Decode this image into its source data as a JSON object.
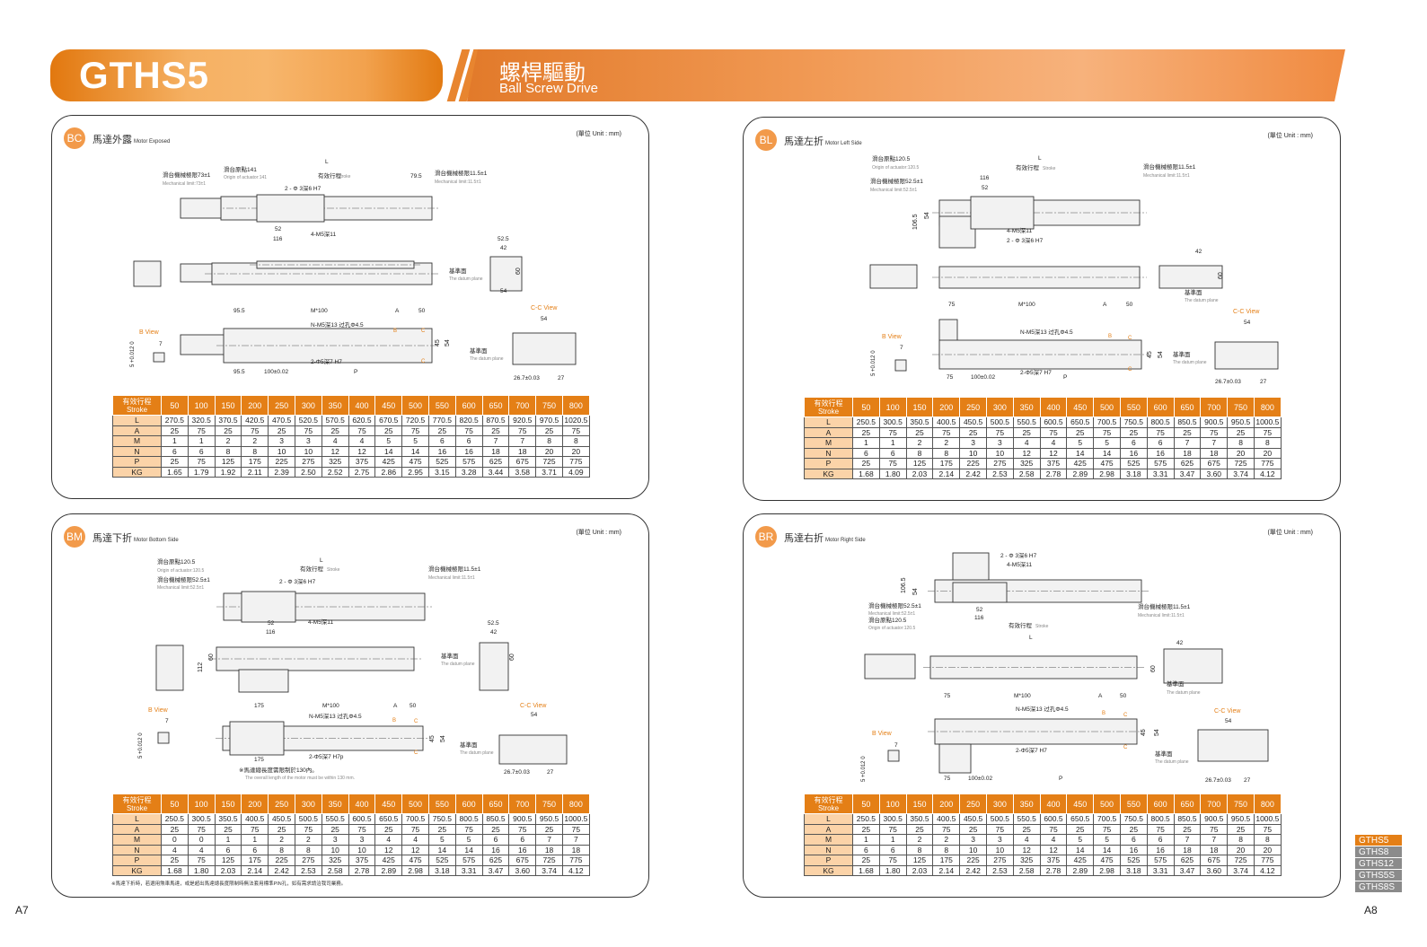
{
  "header": {
    "model": "GTHS5",
    "title_cn": "螺桿驅動",
    "title_en": "Ball Screw Drive"
  },
  "pages": {
    "left": "A7",
    "right": "A8"
  },
  "series": [
    "GTHS5",
    "GTHS8",
    "GTHS12",
    "GTHS5S",
    "GTHS8S"
  ],
  "colors": {
    "accent": "#e47f16",
    "badge": "#f29a4a",
    "row_label": "#fbd3a8"
  },
  "panels": [
    {
      "badge": "BC",
      "title_cn": "馬達外露",
      "title_en": "Motor Exposed",
      "unit": "(單位 Unit : mm)",
      "labels": {
        "L": "L",
        "origin_cn": "滑台原點141",
        "origin_en": "Origin of actuator:141",
        "stroke_cn": "有效行程",
        "stroke_en": "Stroke",
        "d795": "79.5",
        "mechL_cn": "滑台機械極限73±1",
        "mechL_en": "Mechanical limit:73±1",
        "mechR_cn": "滑台機械極限11.5±1",
        "mechR_en": "Mechanical limit:11.5±1",
        "pin": "2 - Φ 3深6  H7",
        "d52": "52",
        "d116": "116",
        "m5": "4-M5深11",
        "d525": "52.5",
        "d42": "42",
        "d60": "60",
        "d54a": "54",
        "datum_cn": "基準面",
        "datum_en": "The datum plane",
        "left1": "95.5",
        "m100": "M*100",
        "A": "A",
        "d50": "50",
        "nm5": "N-M5深13 过孔Φ4.5",
        "B": "B",
        "C1": "C",
        "C2": "C",
        "d45": "45",
        "d54b": "54",
        "pin5": "2-Φ5深7  H7",
        "left2": "95.5",
        "d100": "100±0.02",
        "P": "P",
        "bview": "B View",
        "d7": "7",
        "tol": "5 +0.012 0",
        "ccview": "C-C View",
        "d54c": "54",
        "datum2_cn": "基準面",
        "datum2_en": "The datum plane",
        "d267": "26.7±0.03",
        "d27": "27"
      },
      "table": {
        "head_cn": "有效行程",
        "head_en": "Stroke",
        "strokes": [
          "50",
          "100",
          "150",
          "200",
          "250",
          "300",
          "350",
          "400",
          "450",
          "500",
          "550",
          "600",
          "650",
          "700",
          "750",
          "800"
        ],
        "rows": [
          {
            "label": "L",
            "values": [
              "270.5",
              "320.5",
              "370.5",
              "420.5",
              "470.5",
              "520.5",
              "570.5",
              "620.5",
              "670.5",
              "720.5",
              "770.5",
              "820.5",
              "870.5",
              "920.5",
              "970.5",
              "1020.5"
            ]
          },
          {
            "label": "A",
            "values": [
              "25",
              "75",
              "25",
              "75",
              "25",
              "75",
              "25",
              "75",
              "25",
              "75",
              "25",
              "75",
              "25",
              "75",
              "25",
              "75"
            ]
          },
          {
            "label": "M",
            "values": [
              "1",
              "1",
              "2",
              "2",
              "3",
              "3",
              "4",
              "4",
              "5",
              "5",
              "6",
              "6",
              "7",
              "7",
              "8",
              "8"
            ]
          },
          {
            "label": "N",
            "values": [
              "6",
              "6",
              "8",
              "8",
              "10",
              "10",
              "12",
              "12",
              "14",
              "14",
              "16",
              "16",
              "18",
              "18",
              "20",
              "20"
            ]
          },
          {
            "label": "P",
            "values": [
              "25",
              "75",
              "125",
              "175",
              "225",
              "275",
              "325",
              "375",
              "425",
              "475",
              "525",
              "575",
              "625",
              "675",
              "725",
              "775"
            ]
          },
          {
            "label": "KG",
            "values": [
              "1.65",
              "1.79",
              "1.92",
              "2.11",
              "2.39",
              "2.50",
              "2.52",
              "2.75",
              "2.86",
              "2.95",
              "3.15",
              "3.28",
              "3.44",
              "3.58",
              "3.71",
              "4.09"
            ]
          }
        ]
      }
    },
    {
      "badge": "BL",
      "title_cn": "馬達左折",
      "title_en": "Motor Left Side",
      "unit": "(單位 Unit : mm)",
      "labels": {
        "L": "L",
        "origin_cn": "滑台原點120.5",
        "origin_en": "Origin of actuator:120.5",
        "stroke_cn": "有效行程",
        "stroke_en": "Stroke",
        "mechL_cn": "滑台機械極限52.5±1",
        "mechL_en": "Mechanical limit:52.5±1",
        "mechR_cn": "滑台機械極限11.5±1",
        "mechR_en": "Mechanical limit:11.5±1",
        "pin": "2 - Φ 3深6  H7",
        "d52": "52",
        "d116": "116",
        "h1065": "106.5",
        "h54": "54",
        "m5": "4-M5深11",
        "d42": "42",
        "d60": "60",
        "datum_cn": "基準面",
        "datum_en": "The datum plane",
        "left1": "75",
        "m100": "M*100",
        "A": "A",
        "d50": "50",
        "nm5": "N-M5深13 过孔Φ4.5",
        "B": "B",
        "C1": "C",
        "C2": "C",
        "d45": "45",
        "d54b": "54",
        "pin5": "2-Φ5深7  H7",
        "left2": "75",
        "d100": "100±0.02",
        "P": "P",
        "bview": "B View",
        "d7": "7",
        "tol": "5 +0.012 0",
        "ccview": "C-C View",
        "d54c": "54",
        "datum2_cn": "基準面",
        "datum2_en": "The datum plane",
        "d267": "26.7±0.03",
        "d27": "27"
      },
      "table": {
        "head_cn": "有效行程",
        "head_en": "Stroke",
        "strokes": [
          "50",
          "100",
          "150",
          "200",
          "250",
          "300",
          "350",
          "400",
          "450",
          "500",
          "550",
          "600",
          "650",
          "700",
          "750",
          "800"
        ],
        "rows": [
          {
            "label": "L",
            "values": [
              "250.5",
              "300.5",
              "350.5",
              "400.5",
              "450.5",
              "500.5",
              "550.5",
              "600.5",
              "650.5",
              "700.5",
              "750.5",
              "800.5",
              "850.5",
              "900.5",
              "950.5",
              "1000.5"
            ]
          },
          {
            "label": "A",
            "values": [
              "25",
              "75",
              "25",
              "75",
              "25",
              "75",
              "25",
              "75",
              "25",
              "75",
              "25",
              "75",
              "25",
              "75",
              "25",
              "75"
            ]
          },
          {
            "label": "M",
            "values": [
              "1",
              "1",
              "2",
              "2",
              "3",
              "3",
              "4",
              "4",
              "5",
              "5",
              "6",
              "6",
              "7",
              "7",
              "8",
              "8"
            ]
          },
          {
            "label": "N",
            "values": [
              "6",
              "6",
              "8",
              "8",
              "10",
              "10",
              "12",
              "12",
              "14",
              "14",
              "16",
              "16",
              "18",
              "18",
              "20",
              "20"
            ]
          },
          {
            "label": "P",
            "values": [
              "25",
              "75",
              "125",
              "175",
              "225",
              "275",
              "325",
              "375",
              "425",
              "475",
              "525",
              "575",
              "625",
              "675",
              "725",
              "775"
            ]
          },
          {
            "label": "KG",
            "values": [
              "1.68",
              "1.80",
              "2.03",
              "2.14",
              "2.42",
              "2.53",
              "2.58",
              "2.78",
              "2.89",
              "2.98",
              "3.18",
              "3.31",
              "3.47",
              "3.60",
              "3.74",
              "4.12"
            ]
          }
        ]
      }
    },
    {
      "badge": "BM",
      "title_cn": "馬達下折",
      "title_en": "Motor Bottom Side",
      "unit": "(單位 Unit : mm)",
      "labels": {
        "L": "L",
        "origin_cn": "滑台原點120.5",
        "origin_en": "Origin of actuator:120.5",
        "stroke_cn": "有效行程",
        "stroke_en": "Stroke",
        "mechL_cn": "滑台機械極限52.5±1",
        "mechL_en": "Mechanical limit:52.5±1",
        "mechR_cn": "滑台機械極限11.5±1",
        "mechR_en": "Mechanical limit:11.5±1",
        "pin": "2 - Φ 3深6  H7",
        "d52": "52",
        "d116": "116",
        "m5": "4-M5深11",
        "h112": "112",
        "h60": "60",
        "d525": "52.5",
        "d42": "42",
        "d60": "60",
        "datum_cn": "基準面",
        "datum_en": "The datum plane",
        "left1": "175",
        "m100": "M*100",
        "A": "A",
        "d50": "50",
        "nm5": "N-M5深13 过孔Φ4.5",
        "B": "B",
        "C1": "C",
        "C2": "C",
        "d45": "45",
        "d54b": "54",
        "pin5": "2-Φ5深7  H7p",
        "left2": "175",
        "note_cn": "※馬達總長度需限制於130內。",
        "note_en": "The overall length of the motor must be within 130 mm.",
        "bview": "B View",
        "d7": "7",
        "tol": "5 +0.012 0",
        "ccview": "C-C View",
        "d54c": "54",
        "datum2_cn": "基準面",
        "datum2_en": "The datum plane",
        "d267": "26.7±0.03",
        "d27": "27"
      },
      "footnote": "※馬達下折時，若選用煞車馬達，或是超出馬達總長度限制時無法套用標準PIN孔，如有需求請洽我司業務。",
      "table": {
        "head_cn": "有效行程",
        "head_en": "Stroke",
        "strokes": [
          "50",
          "100",
          "150",
          "200",
          "250",
          "300",
          "350",
          "400",
          "450",
          "500",
          "550",
          "600",
          "650",
          "700",
          "750",
          "800"
        ],
        "rows": [
          {
            "label": "L",
            "values": [
              "250.5",
              "300.5",
              "350.5",
              "400.5",
              "450.5",
              "500.5",
              "550.5",
              "600.5",
              "650.5",
              "700.5",
              "750.5",
              "800.5",
              "850.5",
              "900.5",
              "950.5",
              "1000.5"
            ]
          },
          {
            "label": "A",
            "values": [
              "25",
              "75",
              "25",
              "75",
              "25",
              "75",
              "25",
              "75",
              "25",
              "75",
              "25",
              "75",
              "25",
              "75",
              "25",
              "75"
            ]
          },
          {
            "label": "M",
            "values": [
              "0",
              "0",
              "1",
              "1",
              "2",
              "2",
              "3",
              "3",
              "4",
              "4",
              "5",
              "5",
              "6",
              "6",
              "7",
              "7"
            ]
          },
          {
            "label": "N",
            "values": [
              "4",
              "4",
              "6",
              "6",
              "8",
              "8",
              "10",
              "10",
              "12",
              "12",
              "14",
              "14",
              "16",
              "16",
              "18",
              "18"
            ]
          },
          {
            "label": "P",
            "values": [
              "25",
              "75",
              "125",
              "175",
              "225",
              "275",
              "325",
              "375",
              "425",
              "475",
              "525",
              "575",
              "625",
              "675",
              "725",
              "775"
            ]
          },
          {
            "label": "KG",
            "values": [
              "1.68",
              "1.80",
              "2.03",
              "2.14",
              "2.42",
              "2.53",
              "2.58",
              "2.78",
              "2.89",
              "2.98",
              "3.18",
              "3.31",
              "3.47",
              "3.60",
              "3.74",
              "4.12"
            ]
          }
        ]
      }
    },
    {
      "badge": "BR",
      "title_cn": "馬達右折",
      "title_en": "Motor Right Side",
      "unit": "(單位 Unit : mm)",
      "labels": {
        "L": "L",
        "origin_cn": "滑台原點120.5",
        "origin_en": "Origin of actuator:120.5",
        "stroke_cn": "有效行程",
        "stroke_en": "Stroke",
        "mechL_cn": "滑台機械極限52.5±1",
        "mechL_en": "Mechanical limit:52.5±1",
        "mechR_cn": "滑台機械極限11.5±1",
        "mechR_en": "Mechanical limit:11.5±1",
        "pin": "2 - Φ 3深6  H7",
        "d52": "52",
        "d116": "116",
        "h1065": "106.5",
        "h54": "54",
        "m5": "4-M5深11",
        "d42": "42",
        "d60": "60",
        "datum_cn": "基準面",
        "datum_en": "The datum plane",
        "left1": "75",
        "m100": "M*100",
        "A": "A",
        "d50": "50",
        "nm5": "N-M5深13 过孔Φ4.5",
        "B": "B",
        "C1": "C",
        "C2": "C",
        "d45": "45",
        "d54b": "54",
        "pin5": "2-Φ5深7  H7",
        "left2": "75",
        "d100": "100±0.02",
        "P": "P",
        "bview": "B View",
        "d7": "7",
        "tol": "5 +0.012 0",
        "ccview": "C-C View",
        "d54c": "54",
        "datum2_cn": "基準面",
        "datum2_en": "The datum plane",
        "d267": "26.7±0.03",
        "d27": "27"
      },
      "table": {
        "head_cn": "有效行程",
        "head_en": "Stroke",
        "strokes": [
          "50",
          "100",
          "150",
          "200",
          "250",
          "300",
          "350",
          "400",
          "450",
          "500",
          "550",
          "600",
          "650",
          "700",
          "750",
          "800"
        ],
        "rows": [
          {
            "label": "L",
            "values": [
              "250.5",
              "300.5",
              "350.5",
              "400.5",
              "450.5",
              "500.5",
              "550.5",
              "600.5",
              "650.5",
              "700.5",
              "750.5",
              "800.5",
              "850.5",
              "900.5",
              "950.5",
              "1000.5"
            ]
          },
          {
            "label": "A",
            "values": [
              "25",
              "75",
              "25",
              "75",
              "25",
              "75",
              "25",
              "75",
              "25",
              "75",
              "25",
              "75",
              "25",
              "75",
              "25",
              "75"
            ]
          },
          {
            "label": "M",
            "values": [
              "1",
              "1",
              "2",
              "2",
              "3",
              "3",
              "4",
              "4",
              "5",
              "5",
              "6",
              "6",
              "7",
              "7",
              "8",
              "8"
            ]
          },
          {
            "label": "N",
            "values": [
              "6",
              "6",
              "8",
              "8",
              "10",
              "10",
              "12",
              "12",
              "14",
              "14",
              "16",
              "16",
              "18",
              "18",
              "20",
              "20"
            ]
          },
          {
            "label": "P",
            "values": [
              "25",
              "75",
              "125",
              "175",
              "225",
              "275",
              "325",
              "375",
              "425",
              "475",
              "525",
              "575",
              "625",
              "675",
              "725",
              "775"
            ]
          },
          {
            "label": "KG",
            "values": [
              "1.68",
              "1.80",
              "2.03",
              "2.14",
              "2.42",
              "2.53",
              "2.58",
              "2.78",
              "2.89",
              "2.98",
              "3.18",
              "3.31",
              "3.47",
              "3.60",
              "3.74",
              "4.12"
            ]
          }
        ]
      }
    }
  ]
}
